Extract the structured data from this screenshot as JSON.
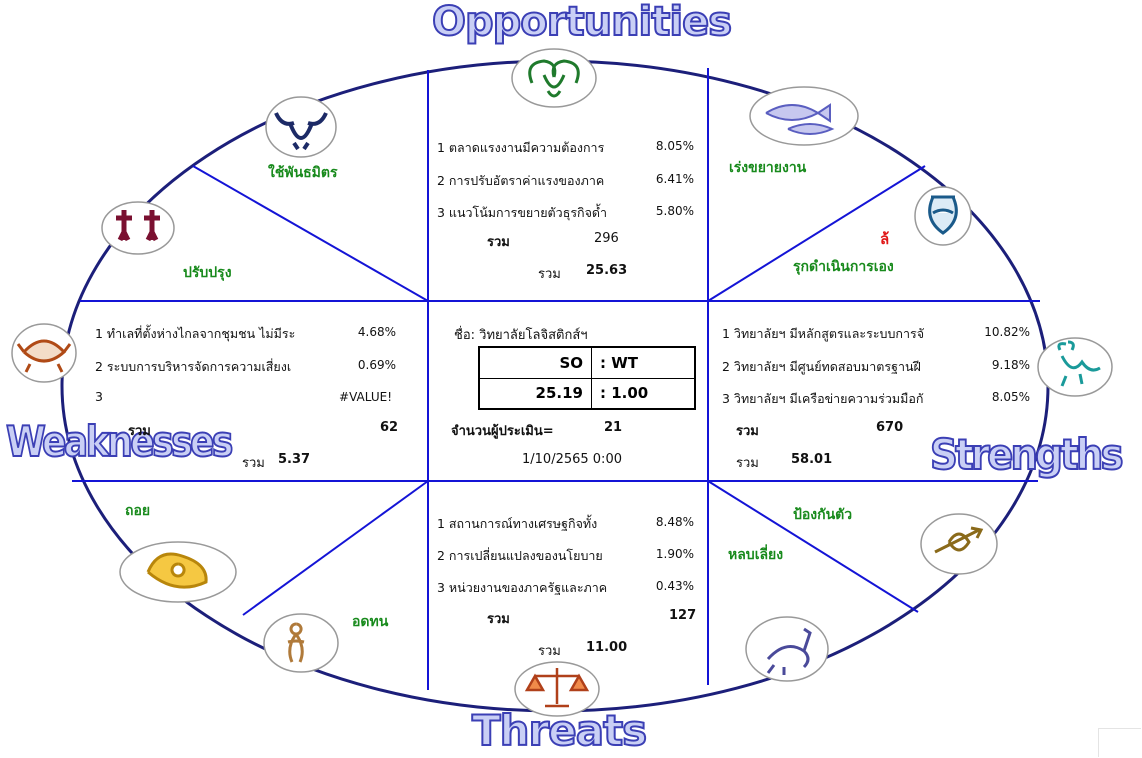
{
  "headings": {
    "opportunities": "Opportunities",
    "weaknesses": "Weaknesses",
    "strengths": "Strengths",
    "threats": "Threats"
  },
  "strategies": {
    "top_left": "ใช้พันธมิตร",
    "left_upper": "ปรับปรุง",
    "top_right": "เร่งขยายงาน",
    "right_upper_mark": "ล้",
    "right_upper": "รุกดำเนินการเอง",
    "left_lower": "ถอย",
    "bottom_left": "อดทน",
    "right_lower": "ป้องกันตัว",
    "bottom_right": "หลบเลี่ยง"
  },
  "opportunities": {
    "items": [
      {
        "text": "1 ตลาดแรงงานมีความต้องการ",
        "pct": "8.05%"
      },
      {
        "text": "2 การปรับอัตราค่าแรงของภาค",
        "pct": "6.41%"
      },
      {
        "text": "3 แนวโน้มการขยายตัวธุรกิจด้ำ",
        "pct": "5.80%"
      }
    ],
    "sum_label": "รวม",
    "sum_value": "296",
    "total_label": "รวม",
    "total_value": "25.63"
  },
  "weaknesses": {
    "items": [
      {
        "text": "1 ทำเลที่ตั้งห่างไกลจากชุมชน ไม่มีระ",
        "pct": "4.68%"
      },
      {
        "text": "2 ระบบการบริหารจัดการความเสี่ยงเ",
        "pct": "0.69%"
      },
      {
        "text": "3",
        "pct": "#VALUE!"
      }
    ],
    "sum_label": "รวม",
    "sum_value": "62",
    "total_label": "รวม",
    "total_value": "5.37"
  },
  "strengths": {
    "items": [
      {
        "text": "1 วิทยาลัยฯ มีหลักสูตรและระบบการจั",
        "pct": "10.82%"
      },
      {
        "text": "2 วิทยาลัยฯ มีศูนย์ทดสอบมาตรฐานฝี",
        "pct": "9.18%"
      },
      {
        "text": "3 วิทยาลัยฯ มีเครือข่ายความร่วมมือกั",
        "pct": "8.05%"
      }
    ],
    "sum_label": "รวม",
    "sum_value": "670",
    "total_label": "รวม",
    "total_value": "58.01"
  },
  "threats": {
    "items": [
      {
        "text": "1 สถานการณ์ทางเศรษฐกิจทั้ง",
        "pct": "8.48%"
      },
      {
        "text": "2 การเปลี่ยนแปลงของนโยบาย",
        "pct": "1.90%"
      },
      {
        "text": "3 หน่วยงานของภาครัฐและภาค",
        "pct": "0.43%"
      }
    ],
    "sum_label": "รวม",
    "sum_value": "127",
    "total_label": "รวม",
    "total_value": "11.00"
  },
  "center": {
    "name": "ชื่อ: วิทยาลัยโลจิสติกส์ฯ",
    "ratio_head_left": "SO",
    "ratio_head_right": ": WT",
    "ratio_val_left": "25.19",
    "ratio_val_right": ": 1.00",
    "evaluators_label": "จำนวนผู้ประเมิน=",
    "evaluators_value": "21",
    "datetime": "1/10/2565 0:00"
  },
  "icons": [
    "aries-icon",
    "taurus-icon",
    "gemini-icon",
    "cancer-icon",
    "leo-icon",
    "virgo-icon",
    "libra-icon",
    "scorpio-icon",
    "sagittarius-icon",
    "capricorn-icon",
    "aquarius-icon",
    "pisces-icon"
  ],
  "colors": {
    "ellipse": "#1c1f7a",
    "grid": "#1414d6",
    "strategy_green": "#188a1c",
    "strategy_red": "#e01818",
    "heading_fill": "#c9cff5",
    "heading_stroke": "#3b3fb5"
  }
}
